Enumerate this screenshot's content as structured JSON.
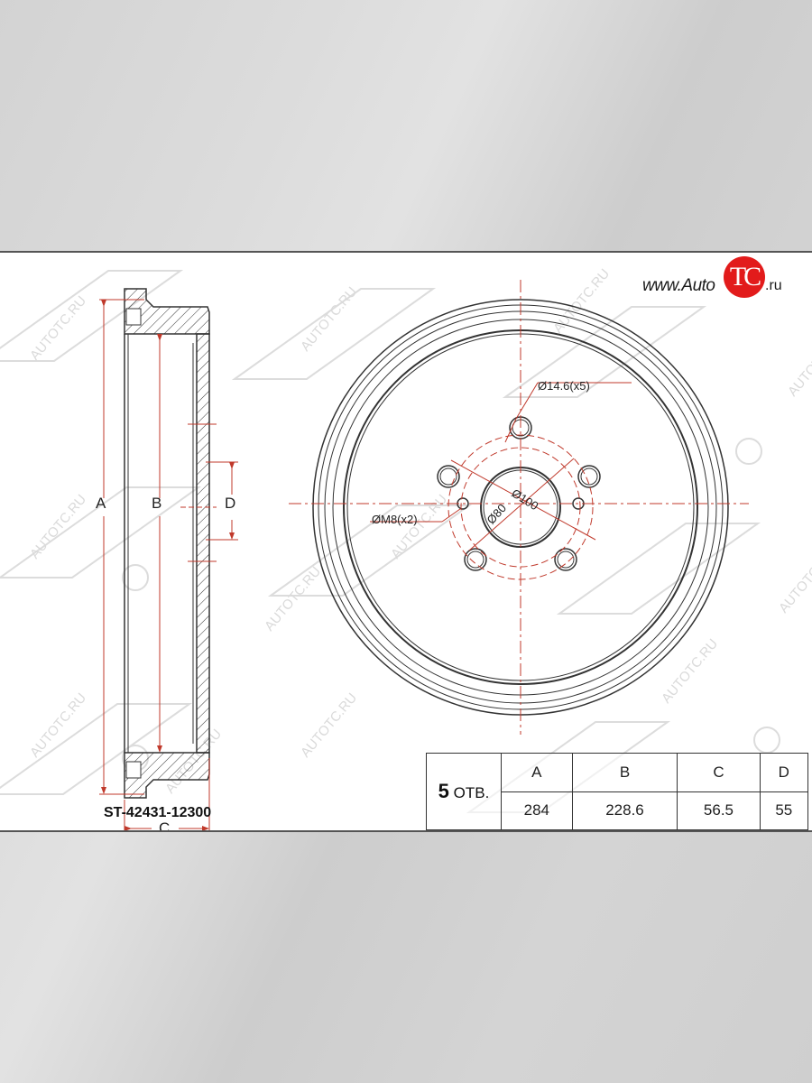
{
  "document": {
    "type": "brake drum technical drawing",
    "part_number": "ST-42431-12300",
    "logo": {
      "prefix": "www.Auto",
      "badge": "TC",
      "suffix": ".ru",
      "badge_color": "#e21b1b"
    },
    "watermark_text": "AUTOTC.RU",
    "side_view": {
      "dimension_labels": [
        "A",
        "B",
        "D",
        "C"
      ]
    },
    "front_view": {
      "callouts": {
        "stud_holes": "Ø14.6(x5)",
        "threaded_holes": "ØM8(x2)",
        "center_bore": "Ø80",
        "pcd": "Ø100"
      }
    },
    "spec_table": {
      "holes_count": "5",
      "holes_label": "ОТВ.",
      "headers": [
        "A",
        "B",
        "C",
        "D"
      ],
      "values": [
        "284",
        "228.6",
        "56.5",
        "55"
      ]
    },
    "colors": {
      "dimension_line": "#c0392b",
      "outline": "#333333",
      "background": "#d6d6d6"
    }
  }
}
